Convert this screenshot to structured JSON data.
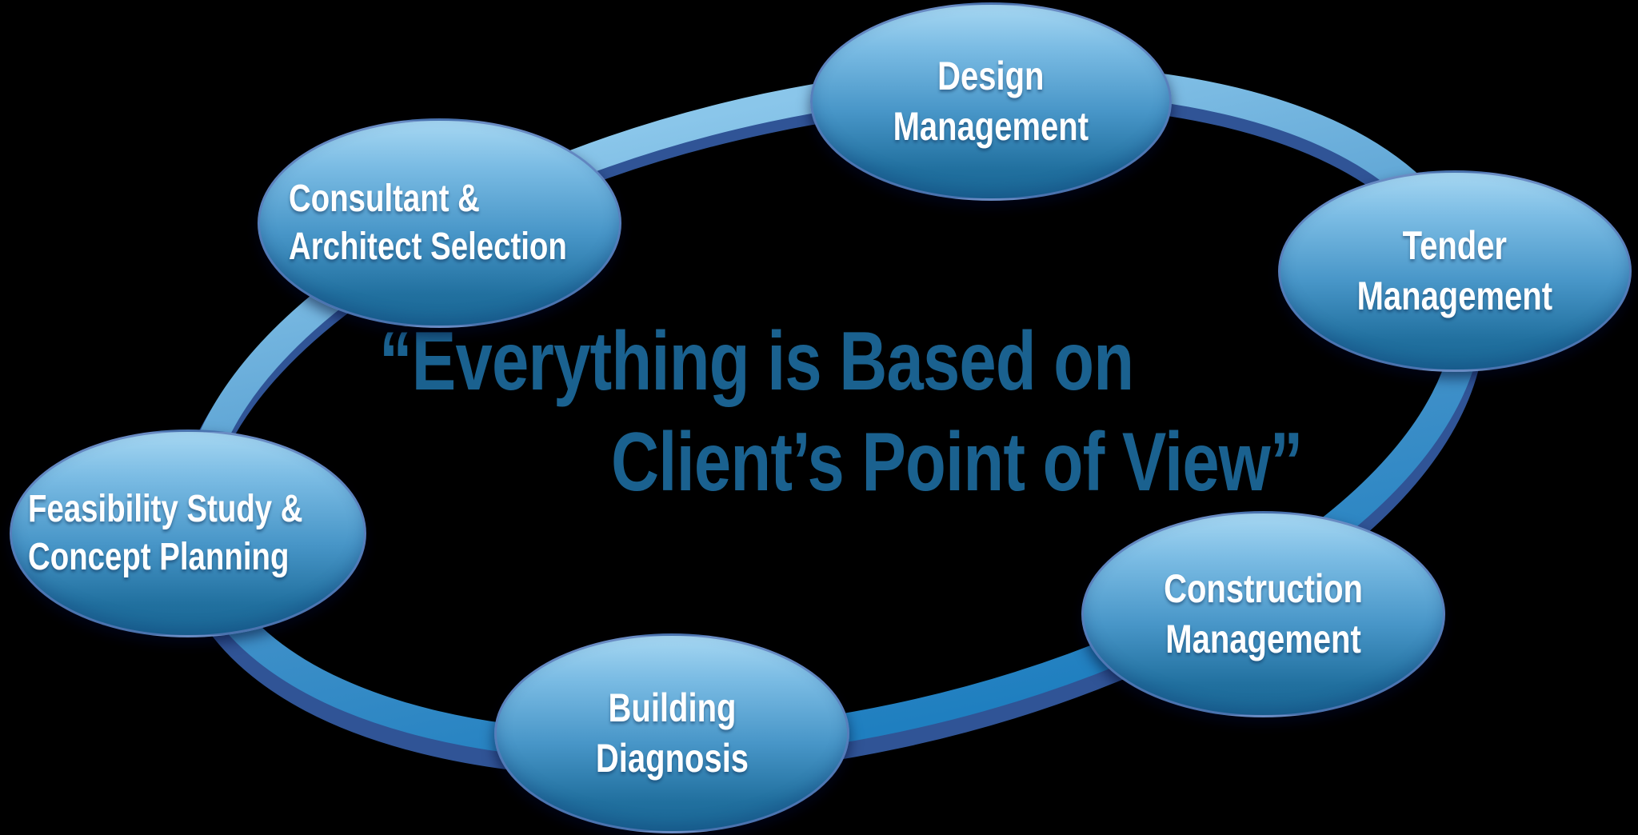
{
  "quote": {
    "line1": "“Everything is Based on",
    "line2": "Client’s Point of View”",
    "color": "#1A618F"
  },
  "bubbles": [
    {
      "name": "design-management",
      "line1": "Design",
      "line2": "Management"
    },
    {
      "name": "tender-management",
      "line1": "Tender",
      "line2": "Management"
    },
    {
      "name": "construction-management",
      "line1": "Construction",
      "line2": "Management"
    },
    {
      "name": "building-diagnosis",
      "line1": "Building",
      "line2": "Diagnosis"
    },
    {
      "name": "feasibility-study",
      "line1": "Feasibility Study &",
      "line2": "Concept Planning"
    },
    {
      "name": "consultant-architect",
      "line1": "Consultant &",
      "line2": "Architect Selection"
    }
  ],
  "colors": {
    "background": "#000000",
    "bubble_top": "#A6D7F2",
    "bubble_bottom": "#1A6896",
    "bubble_text": "#FFFFFF",
    "ring_light": "#86C3E8",
    "ring_mid": "#4C97CC",
    "ring_bottom": "#1F7FC0",
    "ring_shadow": "#33599E",
    "quote_text": "#1A618F"
  }
}
